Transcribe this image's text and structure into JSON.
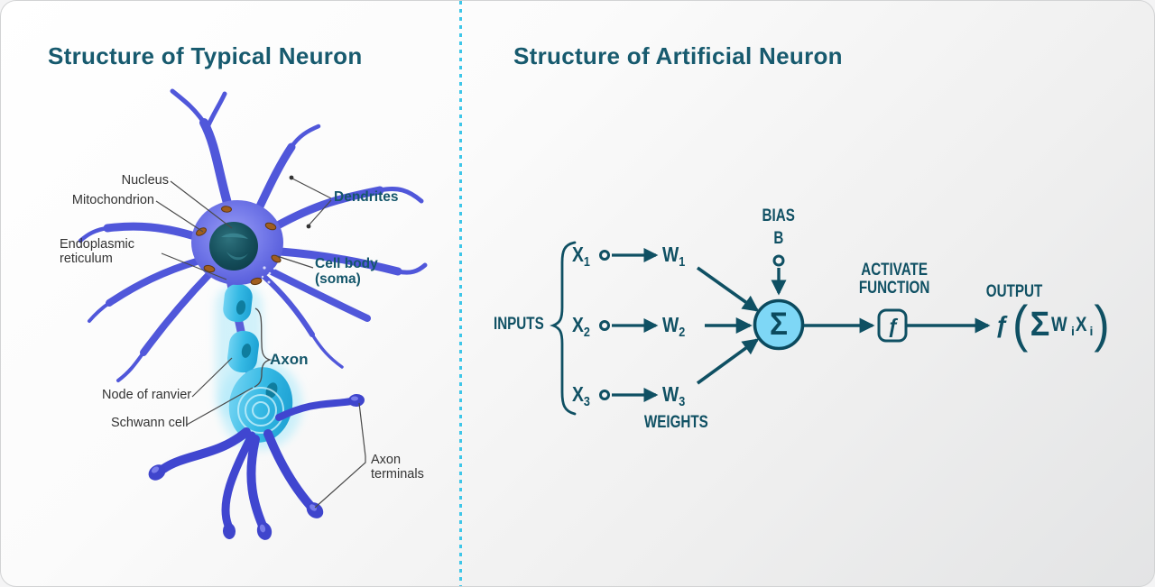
{
  "left": {
    "title": "Structure of Typical Neuron",
    "labels": {
      "nucleus": "Nucleus",
      "mitochondrion": "Mitochondrion",
      "endoplasmic_1": "Endoplasmic",
      "endoplasmic_2": "reticulum",
      "dendrites": "Dendrites",
      "cell_body_1": "Cell body",
      "cell_body_2": "(soma)",
      "axon": "Axon",
      "node_of_ranvier": "Node of ranvier",
      "schwann_cell": "Schwann cell",
      "axon_terminals_1": "Axon",
      "axon_terminals_2": "terminals"
    }
  },
  "right": {
    "title": "Structure of Artificial Neuron",
    "inputs_label": "INPUTS",
    "weights_label": "WEIGHTS",
    "bias_label": "BIAS",
    "bias_symbol": "B",
    "activate_1": "ACTIVATE",
    "activate_2": "FUNCTION",
    "output_label": "OUTPUT",
    "sum_symbol": "Σ",
    "activation_symbol": "ƒ",
    "inputs": [
      {
        "base": "X",
        "sub": "1"
      },
      {
        "base": "X",
        "sub": "2"
      },
      {
        "base": "X",
        "sub": "3"
      }
    ],
    "weights": [
      {
        "base": "W",
        "sub": "1"
      },
      {
        "base": "W",
        "sub": "2"
      },
      {
        "base": "W",
        "sub": "3"
      }
    ],
    "formula": {
      "f": "ƒ",
      "open": "(",
      "sigma": "Σ",
      "w": "W",
      "w_sub": "i",
      "x": "X",
      "x_sub": "i",
      "close": ")"
    }
  },
  "colors": {
    "title_teal": "#175a6e",
    "diagram_teal": "#0f5063",
    "sigma_fill": "#7ed7f6",
    "divider_cyan": "#3ec6e8",
    "label_gray": "#333333",
    "neuron_blue": "#5057da",
    "axon_cyan": "#35b9e4"
  }
}
